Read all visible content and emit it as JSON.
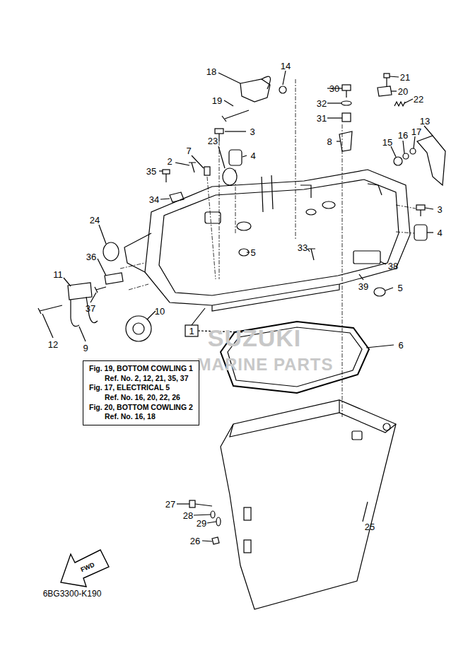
{
  "diagram": {
    "nodes": [
      {
        "text": [
          "Fig. 19, BOTTOM COWLING 1",
          "Ref. No. 2, 12, 21, 35, 37",
          "Fig. 17, ELECTRICAL 5",
          "Ref. No. 16, 20, 22, 26",
          "Fig. 20, BOTTOM COWLING 2",
          "Ref. No. 16, 18"
        ]
      }
    ],
    "labels": [
      "14",
      "18",
      "19",
      "3",
      "23",
      "7",
      "4",
      "2",
      "35",
      "34",
      "24",
      "5",
      "36",
      "11",
      "37",
      "10",
      "12",
      "9",
      "1",
      "33",
      "30",
      "32",
      "31",
      "8",
      "21",
      "20",
      "22",
      "13",
      "15",
      "16",
      "17",
      "3",
      "4",
      "38",
      "39",
      "5",
      "6",
      "25",
      "27",
      "28",
      "29",
      "26",
      "SUZUKI",
      "MARINE PARTS",
      "FWD",
      "6BG3300-K190"
    ]
  }
}
